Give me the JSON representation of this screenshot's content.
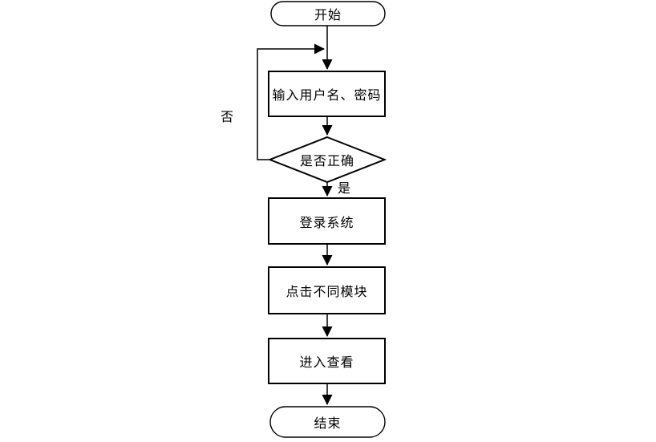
{
  "flowchart": {
    "type": "flowchart",
    "background_color": "#ffffff",
    "line_color": "#000000",
    "text_color": "#000000",
    "nodes": {
      "start": {
        "label": "开始",
        "shape": "terminator"
      },
      "input": {
        "label": "输入用户名、密码",
        "shape": "process"
      },
      "decision": {
        "label": "是否正确",
        "shape": "decision"
      },
      "login": {
        "label": "登录系统",
        "shape": "process"
      },
      "modules": {
        "label": "点击不同模块",
        "shape": "process"
      },
      "view": {
        "label": "进入查看",
        "shape": "process"
      },
      "end": {
        "label": "结束",
        "shape": "terminator"
      }
    },
    "edges": {
      "no_label": "否",
      "yes_label": "是"
    }
  }
}
